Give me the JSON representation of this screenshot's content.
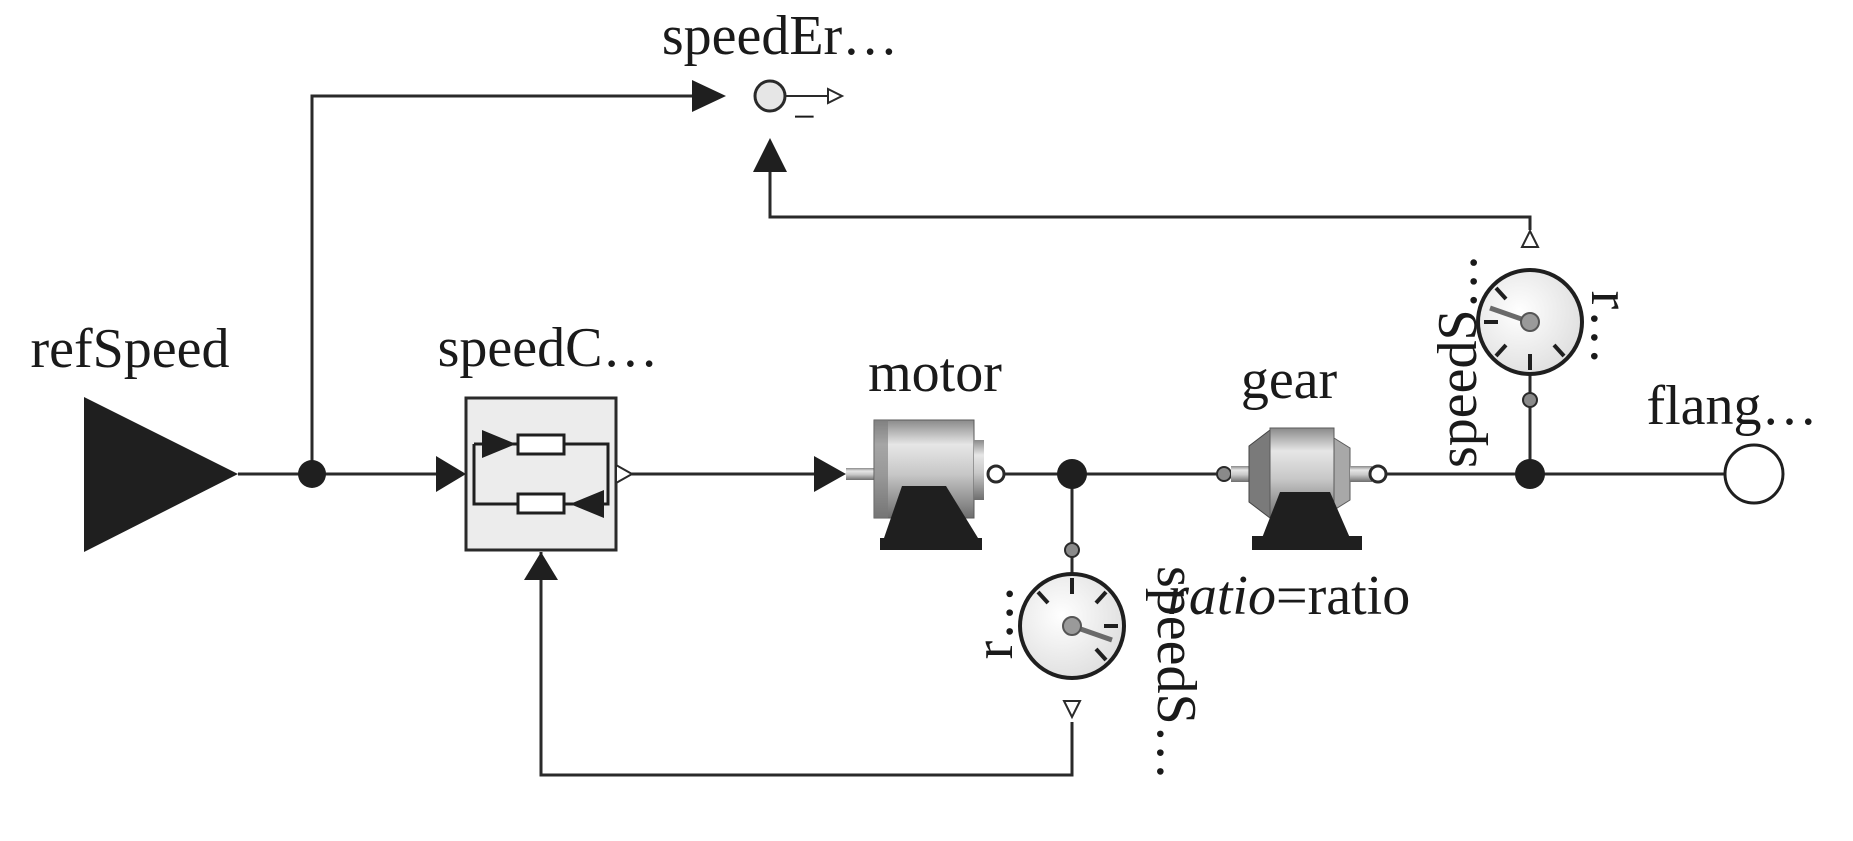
{
  "labels": {
    "ref_speed": "refSpeed",
    "speed_controller": "speedC…",
    "speed_error": "speedEr…",
    "speed_error_sign": "−",
    "motor": "motor",
    "gear": "gear",
    "gear_param_name": "ratio",
    "gear_param_value": "=ratio",
    "flange": "flang…",
    "speed_sensor_bottom": "speedS…",
    "speed_sensor_bottom_r": "r…",
    "speed_sensor_top": "speedS…",
    "speed_sensor_top_r": "r…"
  },
  "icons": {
    "ref_speed": "source-triangle-icon",
    "speed_controller": "pi-controller-icon",
    "speed_error": "feedback-summing-icon",
    "motor": "electric-motor-icon",
    "gear": "gearbox-icon",
    "speed_sensor": "speedometer-icon",
    "flange": "flange-connector-icon"
  },
  "colors": {
    "line": "#2a2a2a",
    "fill_dark": "#1f1f1f",
    "block_bg": "#ececec",
    "metal_light": "#d9d9d9",
    "metal_dark": "#7a7a7a"
  }
}
